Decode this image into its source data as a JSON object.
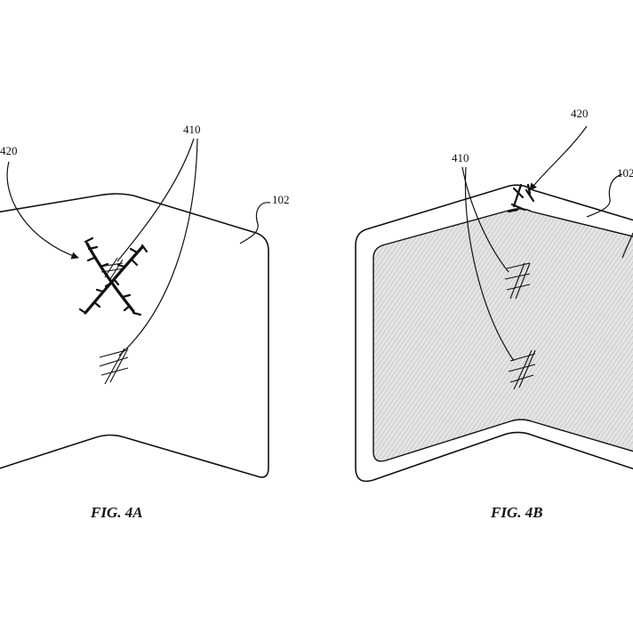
{
  "figures": [
    {
      "caption": "FIG. 4A",
      "labels": {
        "crease_damage": "420",
        "scratches": "410",
        "device": "102"
      }
    },
    {
      "caption": "FIG. 4B",
      "labels": {
        "scratches": "410",
        "crease_damage": "420",
        "device": "102"
      }
    }
  ],
  "colors": {
    "ink": "#111111",
    "display_fill": "#d9d9d9",
    "background": "#ffffff"
  }
}
